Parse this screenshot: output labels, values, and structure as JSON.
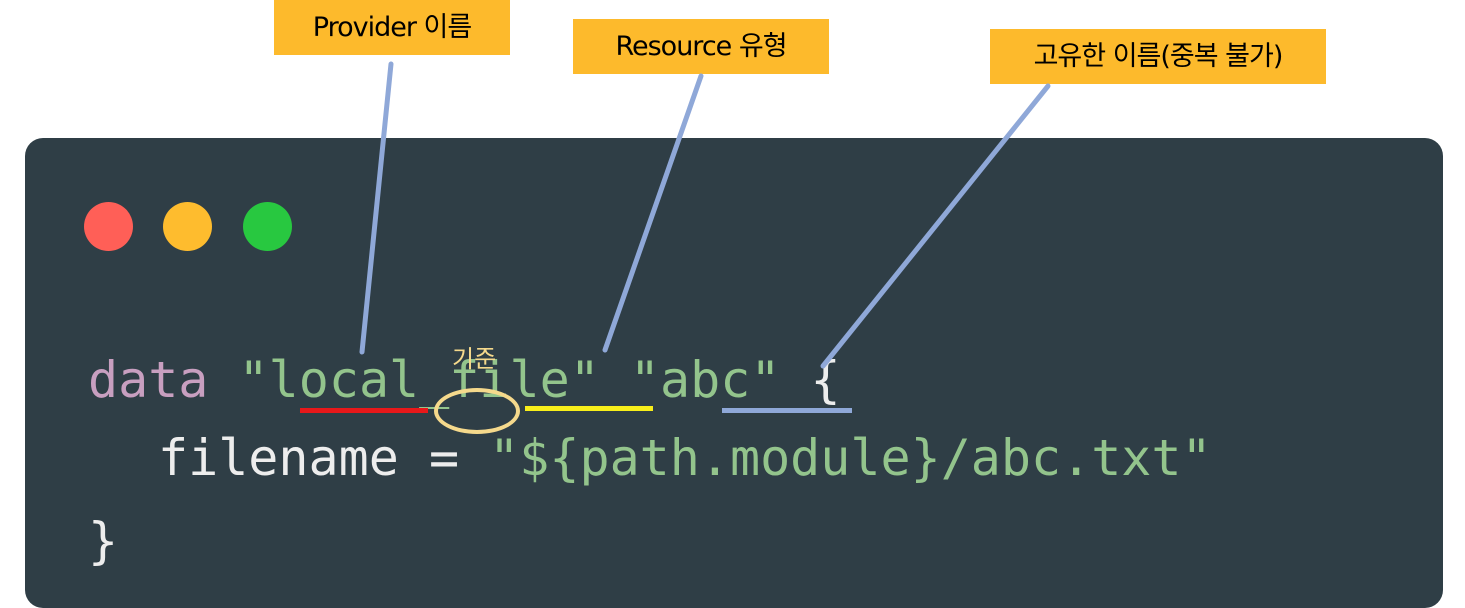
{
  "annotations": {
    "provider_name": "Provider 이름",
    "resource_type": "Resource 유형",
    "unique_name": "고유한 이름(중복 불가)",
    "separator": "기준"
  },
  "window": {
    "controls": [
      "close",
      "minimize",
      "maximize"
    ],
    "control_colors": {
      "close": "#FF5F57",
      "minimize": "#FEBC2E",
      "maximize": "#28C840"
    }
  },
  "code": {
    "line1": {
      "keyword": "data",
      "open_quote1": "\"",
      "provider": "local",
      "separator": "_",
      "resource": "file",
      "close_quote1": "\"",
      "open_quote2": "\"",
      "name": "abc",
      "close_quote2": "\"",
      "brace_open": "{"
    },
    "line2": {
      "attribute": "filename",
      "equals": "=",
      "value": "\"${path.module}/abc.txt\""
    },
    "line3": {
      "brace_close": "}"
    }
  },
  "colors": {
    "background": "#2F3E46",
    "label_fill": "#FDBA2C",
    "provider_underline": "#E8181A",
    "resource_underline": "#F8EE1A",
    "name_underline": "#8FA8D8",
    "leader_lines": "#8FA8D8",
    "separator_ring": "#F5D98C",
    "keyword": "#C89FC0",
    "string": "#93C48C"
  }
}
